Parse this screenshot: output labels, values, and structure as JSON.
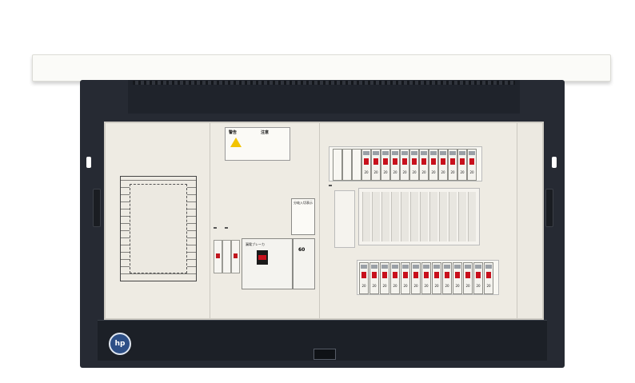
{
  "device": {
    "icon": "distribution-board",
    "colors": {
      "frame": "#262a33",
      "panel": "#ece9e1",
      "lid": "#fbfbf8",
      "switch_red": "#c8101c",
      "logo_blue": "#2d4f86"
    }
  },
  "warning_label": {
    "left_title": "警告",
    "right_title": "注意"
  },
  "sticker_label": "分岐入切表示",
  "main_breaker": {
    "title": "漏電ブレーカ",
    "rating": "60"
  },
  "top_breakers": {
    "count": 12,
    "rating_label": "20"
  },
  "bottom_breakers": {
    "count": 13,
    "rating_label": "20"
  },
  "logo": {
    "text": "hp"
  }
}
